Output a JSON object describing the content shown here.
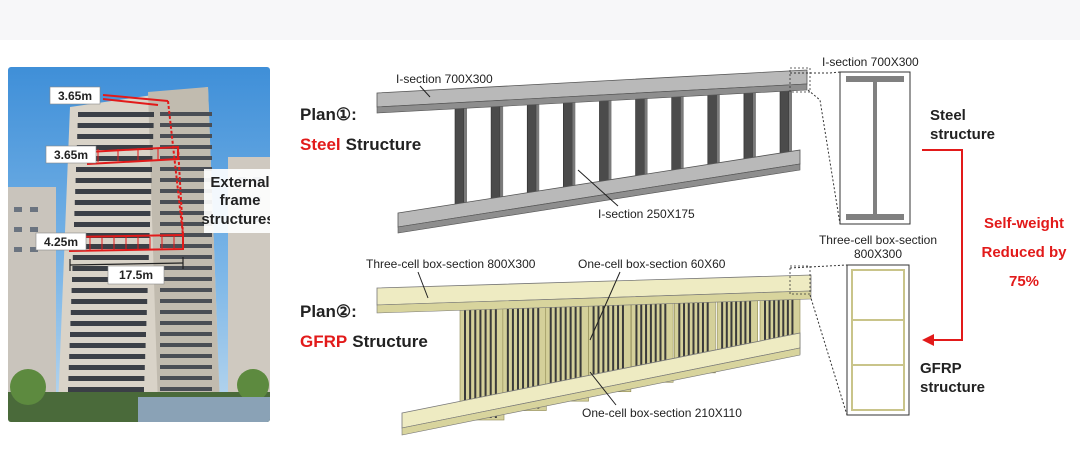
{
  "photo": {
    "dims": [
      "3.65m",
      "3.65m",
      "4.25m",
      "17.5m"
    ],
    "callout": [
      "External",
      "frame",
      "structures"
    ]
  },
  "plan1": {
    "label": "Plan①:",
    "material": "Steel",
    "word": "Structure",
    "beam_label": "I-section 700X300",
    "column_label": "I-section 250X175",
    "section_title": "I-section 700X300"
  },
  "plan2": {
    "label": "Plan②:",
    "material": "GFRP",
    "word": "Structure",
    "beam_label": "Three-cell box-section 800X300",
    "cell_label": "One-cell box-section 60X60",
    "column_label": "One-cell box-section 210X110",
    "section_title_1": "Three-cell box-section",
    "section_title_2": "800X300"
  },
  "compare": {
    "steel_1": "Steel",
    "steel_2": "structure",
    "reduce_1": "Self-weight",
    "reduce_2": "Reduced by",
    "reduce_3": "75%",
    "gfrp_1": "GFRP",
    "gfrp_2": "structure"
  },
  "colors": {
    "accent": "#e21a1a",
    "steel_beam": "#9a9a9a",
    "steel_col": "#505050",
    "gfrp_beam": "#e9e6b8",
    "gfrp_col": "#d4d09a"
  }
}
